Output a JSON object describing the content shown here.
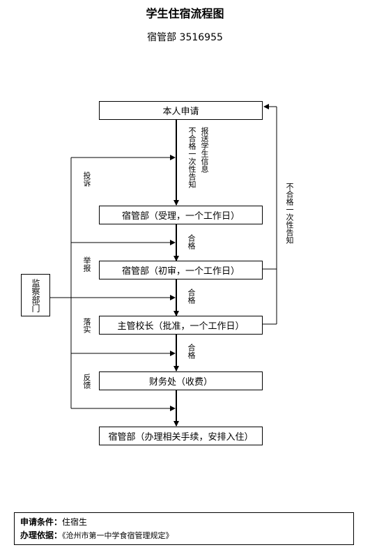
{
  "title": "学生住宿流程图",
  "subtitle": "宿管部 3516955",
  "boxes": {
    "apply": "本人申请",
    "accept": "宿管部（受理，一个工作日）",
    "review": "宿管部（初审，一个工作日）",
    "principal": "主管校长（批准，一个工作日）",
    "finance": "财务处（收费）",
    "checkin": "宿管部（办理相关手续，安排入住）",
    "monitor": "监察部门"
  },
  "labels": {
    "report_info": "报送学生信息",
    "reject_once_left": "不合格一次性告知",
    "reject_once_right": "不合格一次性告知",
    "pass1": "合格",
    "pass2": "合格",
    "pass3": "合格",
    "complaint": "投诉",
    "report": "举报",
    "implement": "落实",
    "feedback": "反馈"
  },
  "footer": {
    "condition_label": "申请条件：",
    "condition_value": "住宿生",
    "basis_label": "办理依据：",
    "basis_value": "《沧州市第一中学食宿管理规定》"
  }
}
